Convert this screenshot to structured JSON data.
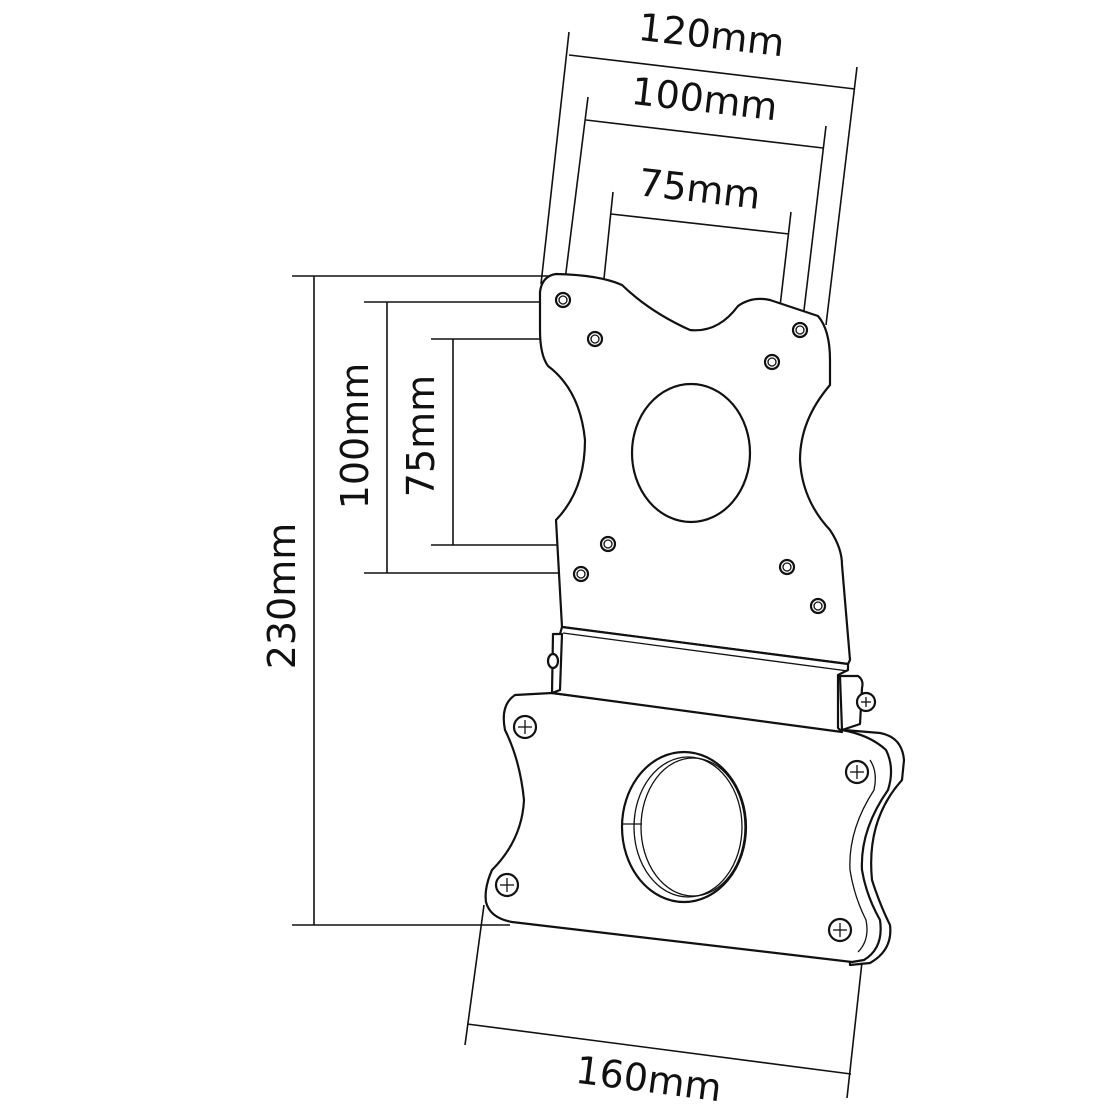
{
  "dimensions": {
    "top_outer": "120mm",
    "top_middle": "100mm",
    "top_inner": "75mm",
    "left_outer": "230mm",
    "left_middle": "100mm",
    "left_inner": "75mm",
    "bottom": "160mm"
  },
  "colors": {
    "line": "#111111",
    "background": "#ffffff"
  }
}
